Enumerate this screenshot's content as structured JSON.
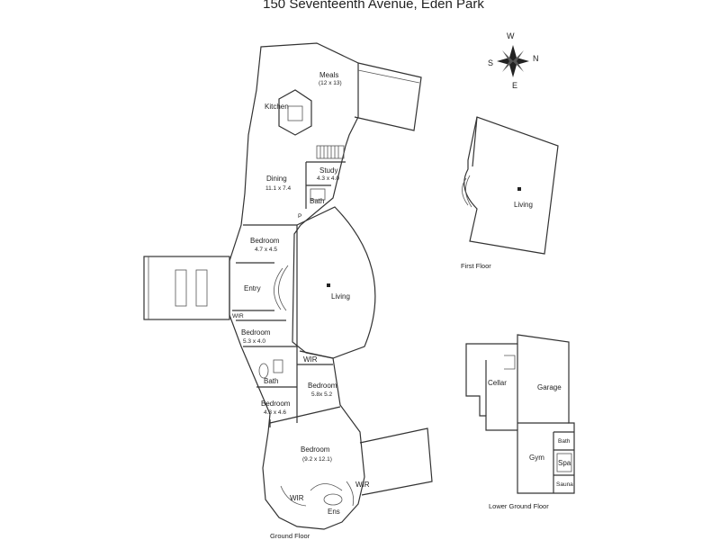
{
  "title": "150 Seventeenth Avenue, Eden Park",
  "compass": {
    "n": "N",
    "s": "S",
    "e": "E",
    "w": "W"
  },
  "ground_floor": {
    "label": "Ground Floor",
    "rooms": {
      "meals": {
        "name": "Meals",
        "dim": "(12 x 13)"
      },
      "kitchen": {
        "name": "Kitchen"
      },
      "study": {
        "name": "Study",
        "dim": "4.3 x 4.0"
      },
      "dining": {
        "name": "Dining",
        "dim": "11.1 x 7.4"
      },
      "bath1": {
        "name": "Bath"
      },
      "p": {
        "name": "P"
      },
      "bedroom1": {
        "name": "Bedroom",
        "dim": "4.7 x 4.5"
      },
      "entry": {
        "name": "Entry"
      },
      "living": {
        "name": "Living"
      },
      "wir1": {
        "name": "WIR"
      },
      "bedroom2": {
        "name": "Bedroom",
        "dim": "5.3 x 4.0"
      },
      "wir2": {
        "name": "WIR"
      },
      "bath2": {
        "name": "Bath"
      },
      "bedroom3": {
        "name": "Bedroom",
        "dim": "5.8x 5.2"
      },
      "bedroom4": {
        "name": "Bedroom",
        "dim": "4.3 x 4.6"
      },
      "bedroom5": {
        "name": "Bedroom",
        "dim": "(9.2 x 12.1)"
      },
      "wir3": {
        "name": "WIR"
      },
      "wir4": {
        "name": "WIR"
      },
      "ens": {
        "name": "Ens"
      }
    }
  },
  "first_floor": {
    "label": "First Floor",
    "rooms": {
      "living": {
        "name": "Living"
      }
    }
  },
  "lower_ground_floor": {
    "label": "Lower Ground Floor",
    "rooms": {
      "cellar": {
        "name": "Cellar"
      },
      "garage": {
        "name": "Garage"
      },
      "gym": {
        "name": "Gym"
      },
      "bath": {
        "name": "Bath"
      },
      "spa": {
        "name": "Spa"
      },
      "sauna": {
        "name": "Sauna"
      }
    }
  }
}
